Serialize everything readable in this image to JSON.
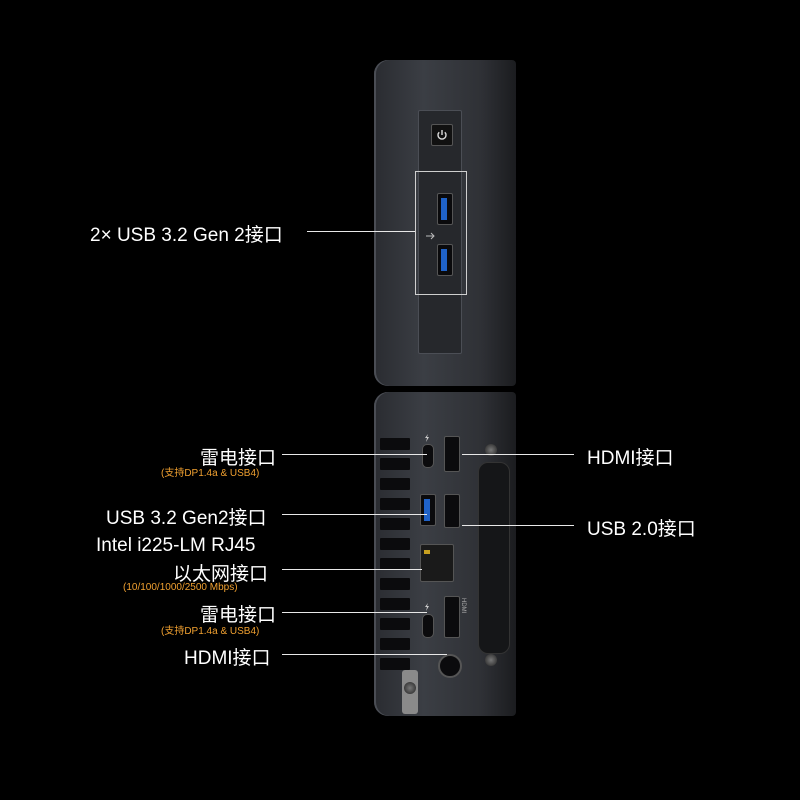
{
  "callouts": {
    "usb_front": "2× USB 3.2 Gen 2接口",
    "thunderbolt_top": "雷电接口",
    "thunderbolt_top_sub": "(支持DP1.4a & USB4)",
    "usb_rear": "USB 3.2 Gen2接口",
    "ethernet_line1": "Intel i225-LM RJ45",
    "ethernet_line2": "以太网接口",
    "ethernet_sub": "(10/100/1000/2500 Mbps)",
    "thunderbolt_bottom": "雷电接口",
    "thunderbolt_bottom_sub": "(支持DP1.4a & USB4)",
    "hdmi_bottom": "HDMI接口",
    "hdmi_top": "HDMI接口",
    "usb2": "USB 2.0接口"
  },
  "port_marks": {
    "hdmi_text": "HDMI"
  },
  "icons": [
    "power-icon",
    "thunderbolt-icon",
    "usb-icon",
    "ethernet-icon"
  ]
}
